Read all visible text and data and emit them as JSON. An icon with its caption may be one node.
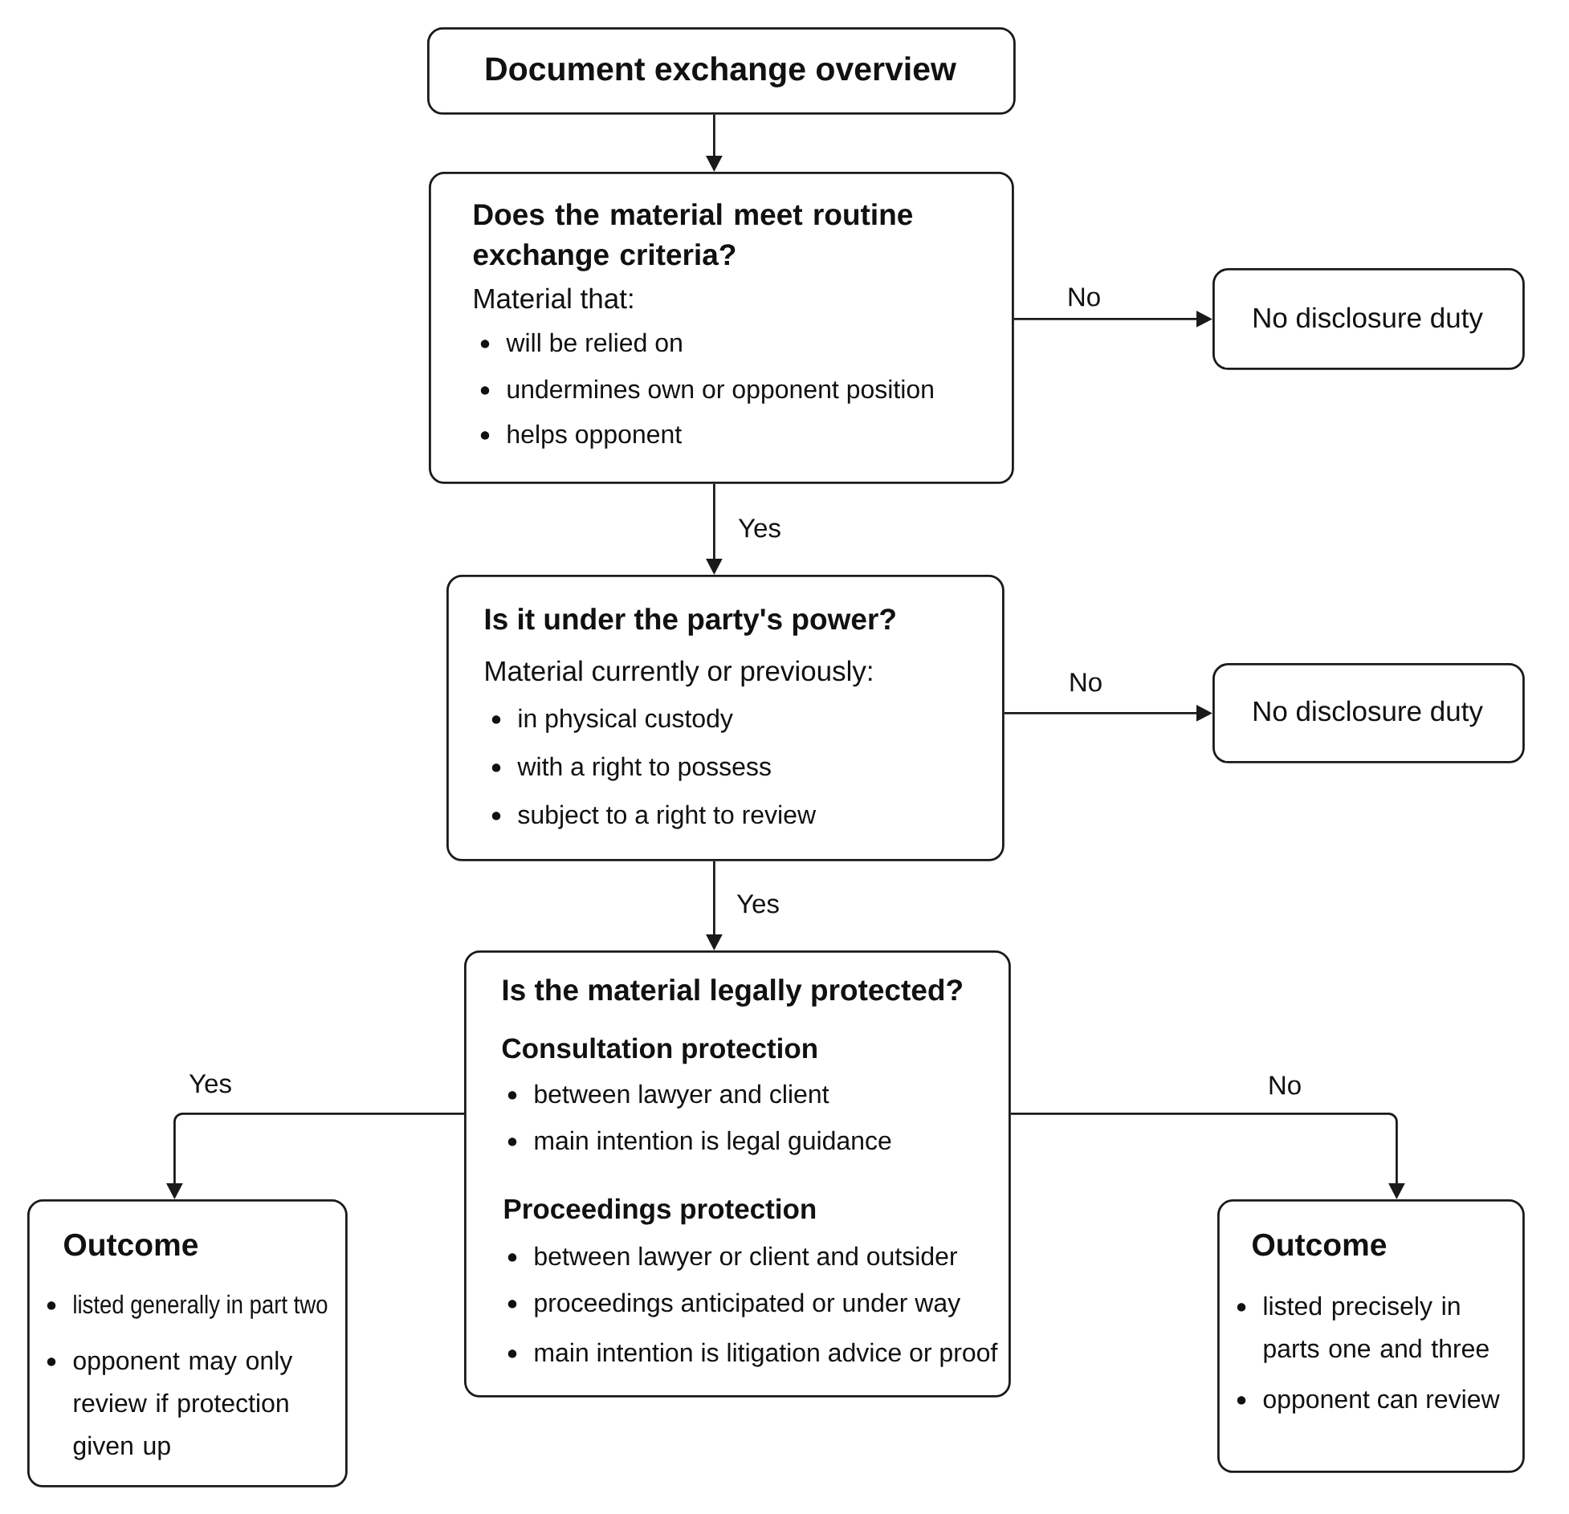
{
  "diagram": {
    "nodes": [
      {
        "text": [
          "Document exchange overview"
        ]
      },
      {
        "text": [
          "Does the material meet routine exchange criteria?",
          "Material that:",
          "will be relied on",
          "undermines own or opponent position",
          "helps opponent"
        ]
      },
      {
        "text": [
          "No disclosure duty"
        ]
      },
      {
        "text": [
          "Is it under the party's power?",
          "Material currently or previously:",
          "in physical custody",
          "with a right to possess",
          "subject to a right to review"
        ]
      },
      {
        "text": [
          "No disclosure duty"
        ]
      },
      {
        "text": [
          "Is the material legally protected?",
          "Consultation protection",
          "between lawyer and client",
          "main intention is legal guidance",
          "Proceedings protection",
          "between lawyer or client and outsider",
          "proceedings anticipated or under way",
          "main intention is litigation advice or proof"
        ]
      },
      {
        "text": [
          "Outcome",
          "listed generally in part two",
          "opponent may only review if protection given up"
        ]
      },
      {
        "text": [
          "Outcome",
          "listed precisely in parts one and three",
          "opponent can review"
        ]
      }
    ],
    "edges": [
      {
        "from": 0,
        "to": 1,
        "arrow": "to"
      },
      {
        "from": 1,
        "to": 2,
        "arrow": "to",
        "label": "No"
      },
      {
        "from": 1,
        "to": 3,
        "arrow": "to",
        "label": "Yes"
      },
      {
        "from": 3,
        "to": 4,
        "arrow": "to",
        "label": "No"
      },
      {
        "from": 3,
        "to": 5,
        "arrow": "to",
        "label": "Yes"
      },
      {
        "from": 5,
        "to": 6,
        "arrow": "to",
        "label": "Yes"
      },
      {
        "from": 5,
        "to": 7,
        "arrow": "to",
        "label": "No"
      }
    ]
  }
}
